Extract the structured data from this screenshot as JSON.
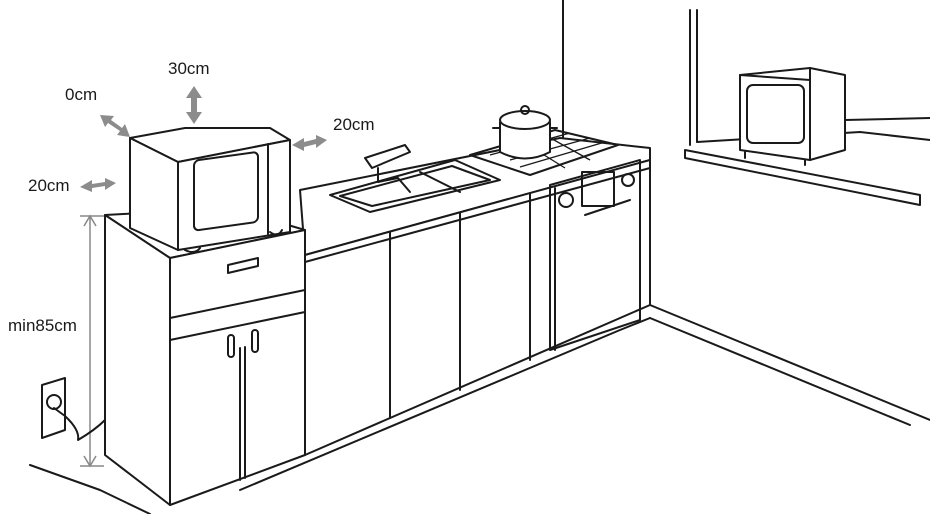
{
  "labels": {
    "top_clearance": "30cm",
    "back_clearance": "0cm",
    "right_clearance": "20cm",
    "left_clearance": "20cm",
    "min_height": "min85cm"
  },
  "colors": {
    "arrow": "#8c8c8c",
    "line": "#1a1a1a"
  }
}
